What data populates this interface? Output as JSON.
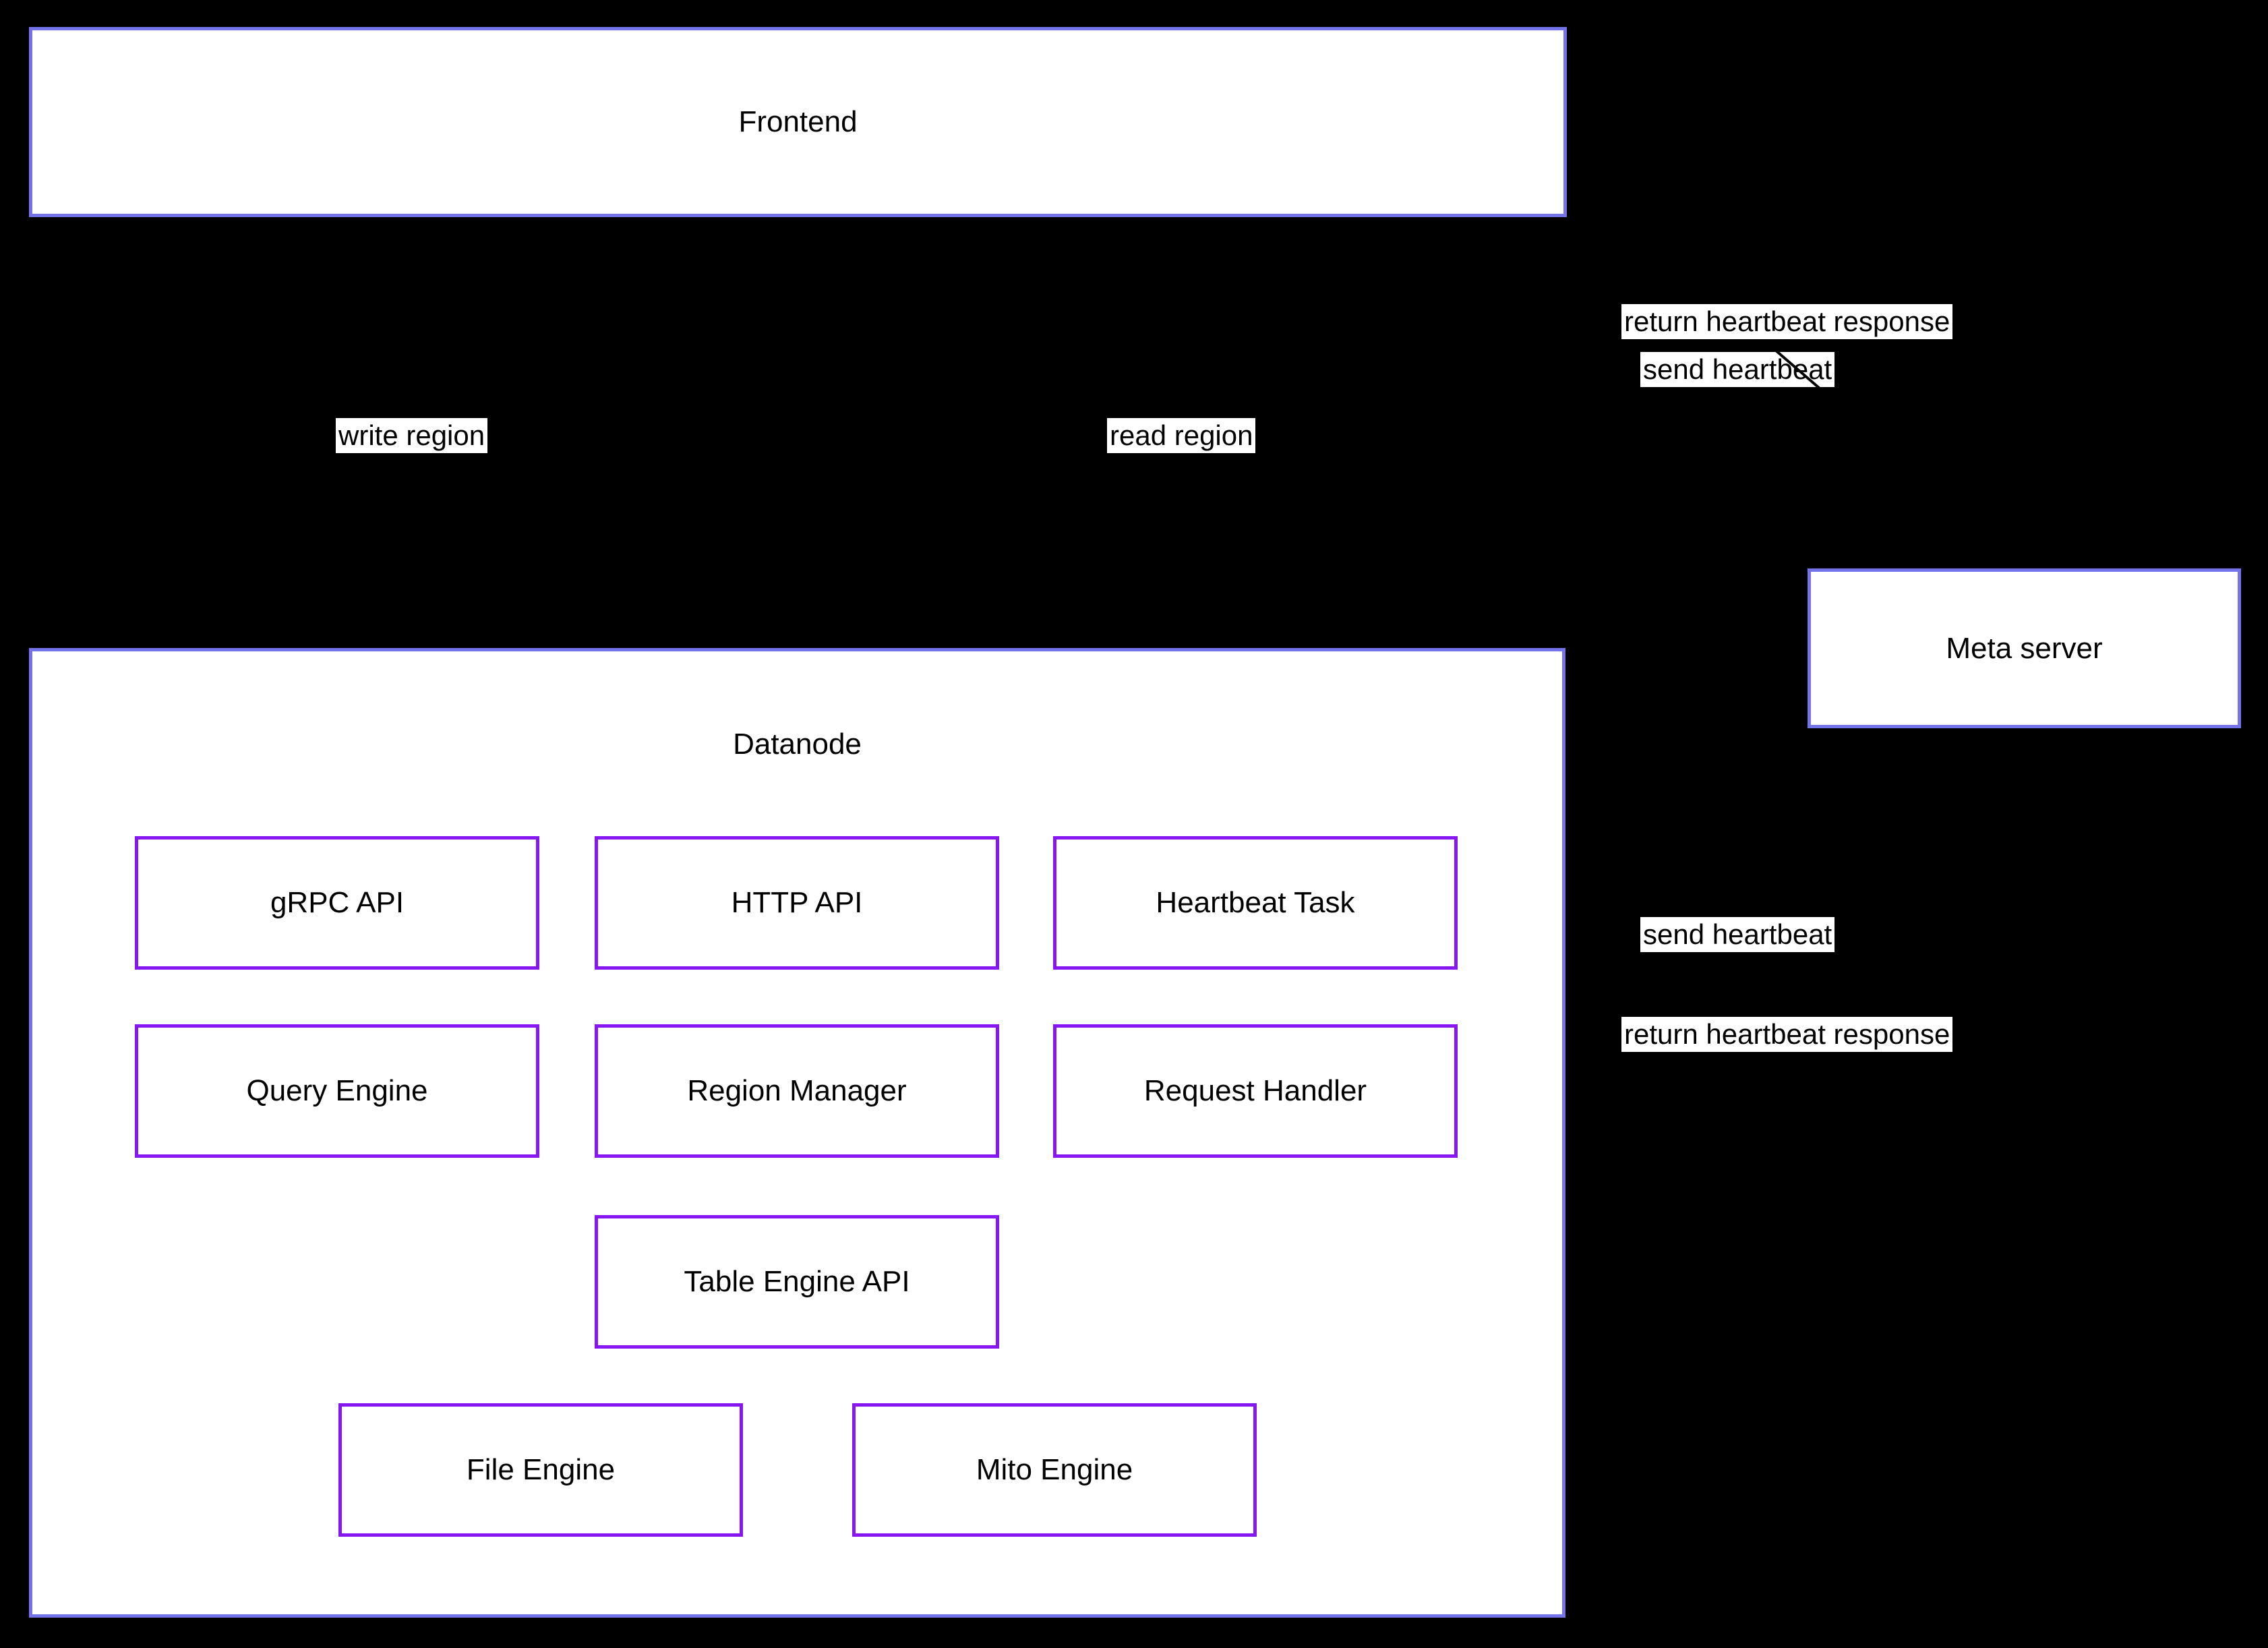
{
  "diagram": {
    "background_color": "#000000",
    "container_border_color": "#7473ea",
    "component_border_color": "#8617f2",
    "node_fill_color": "#ffffff",
    "text_color": "#000000",
    "arrow_color": "#000000",
    "edge_label_background": "#ffffff"
  },
  "nodes": {
    "frontend": {
      "label": "Frontend"
    },
    "datanode": {
      "label": "Datanode"
    },
    "meta_server": {
      "label": "Meta server"
    }
  },
  "components": [
    {
      "id": "grpc-api",
      "label": "gRPC API"
    },
    {
      "id": "http-api",
      "label": "HTTP API"
    },
    {
      "id": "heartbeat-task",
      "label": "Heartbeat Task"
    },
    {
      "id": "query-engine",
      "label": "Query Engine"
    },
    {
      "id": "region-manager",
      "label": "Region Manager"
    },
    {
      "id": "request-handler",
      "label": "Request Handler"
    },
    {
      "id": "table-engine-api",
      "label": "Table Engine API"
    },
    {
      "id": "file-engine",
      "label": "File Engine"
    },
    {
      "id": "mito-engine",
      "label": "Mito Engine"
    }
  ],
  "edge_labels": {
    "write_region": "write region",
    "read_region": "read region",
    "frontend_send_heartbeat": "send heartbeat",
    "frontend_return_heartbeat": "return heartbeat response",
    "datanode_send_heartbeat": "send heartbeat",
    "datanode_return_heartbeat": "return heartbeat response"
  }
}
